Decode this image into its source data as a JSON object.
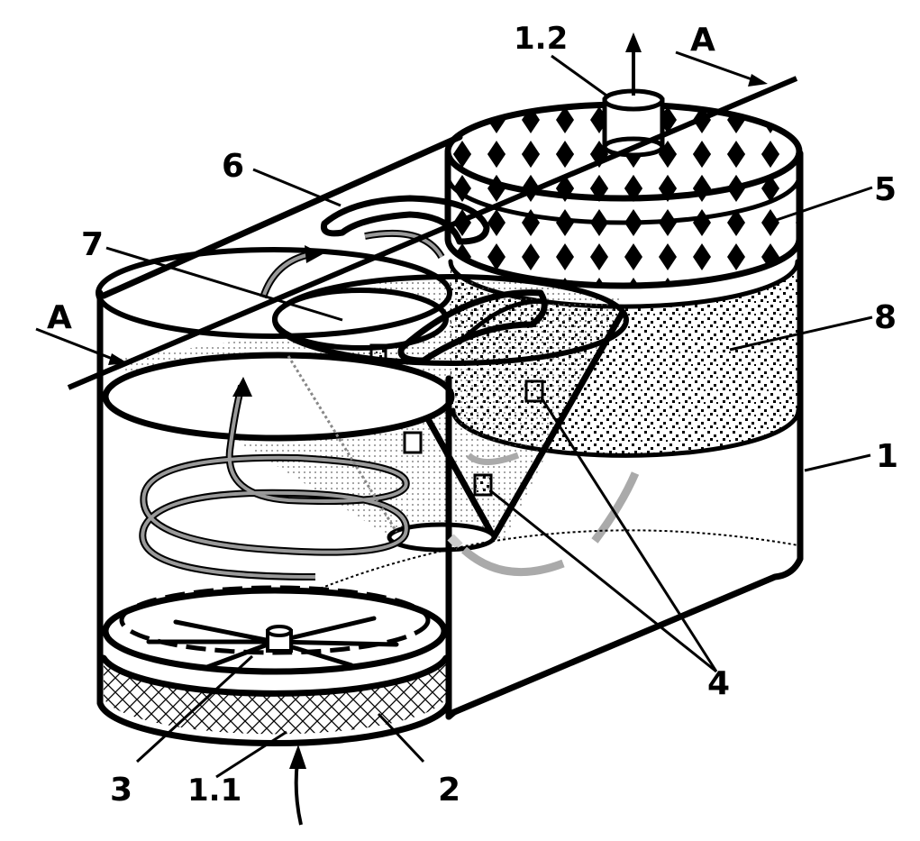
{
  "labels": {
    "outlet": "1.2",
    "section_top": "A",
    "section_left": "A",
    "part_6": "6",
    "part_5": "5",
    "part_7": "7",
    "part_8": "8",
    "part_1": "1",
    "part_4": "4",
    "part_3": "3",
    "inlet": "1.1",
    "part_2": "2"
  },
  "colors": {
    "line": "#000000",
    "background": "#ffffff",
    "stipple": "#9a9a9a",
    "flow_arrow": "#8a8a8a"
  }
}
